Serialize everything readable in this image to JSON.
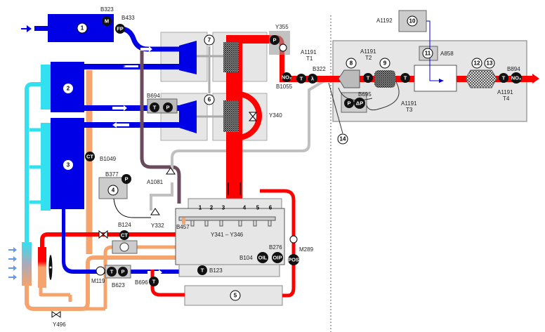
{
  "colors": {
    "charge_air": "#0000e6",
    "exhaust": "#ff0000",
    "coolant_hot": "#f4a46c",
    "coolant_cold": "#33e0f0",
    "housing": "#e6e6e6",
    "blowby": "#6b4a5c",
    "vacuum": "#c0c0c0"
  },
  "components": {
    "c1": "1",
    "c2": "2",
    "c3": "3",
    "c4": "4",
    "c5": "5",
    "c6": "6",
    "c7": "7",
    "c8": "8",
    "c9": "9",
    "c10": "10",
    "c11": "11",
    "c12": "12",
    "c13": "13",
    "c14": "14",
    "cyl": [
      "1",
      "2",
      "3",
      "4",
      "5",
      "6"
    ]
  },
  "labels": {
    "B323": "B323",
    "B433": "B433",
    "Y355": "Y355",
    "A1191_T1": "A1191",
    "T1": "T1",
    "B322": "B322",
    "B1055": "B1055",
    "B694": "B694",
    "Y340": "Y340",
    "B1049": "B1049",
    "B377": "B377",
    "A1081": "A1081",
    "Y332": "Y332",
    "B124": "B124",
    "B457": "B457",
    "Y341_Y346": "Y341 – Y346",
    "B276": "B276",
    "B104": "B104",
    "M289": "M289",
    "M119": "M119",
    "B623": "B623",
    "B696": "B696",
    "B123": "B123",
    "Y496": "Y496",
    "A1192": "A1192",
    "A858": "A858",
    "A1191_T2": "A1191",
    "T2": "T2",
    "A1191_T3": "A1191",
    "T3": "T3",
    "B695": "B695",
    "B894": "B894",
    "A1191_T4": "A1191",
    "T4": "T4"
  },
  "sensors": {
    "M": "M",
    "FP": "FP",
    "P": "P",
    "T": "T",
    "NO2": "NO₂",
    "lambda": "λ",
    "CT": "CT",
    "OIL": "OIL",
    "OIP": "OIP",
    "POS": "POS",
    "dP": "ΔP"
  }
}
